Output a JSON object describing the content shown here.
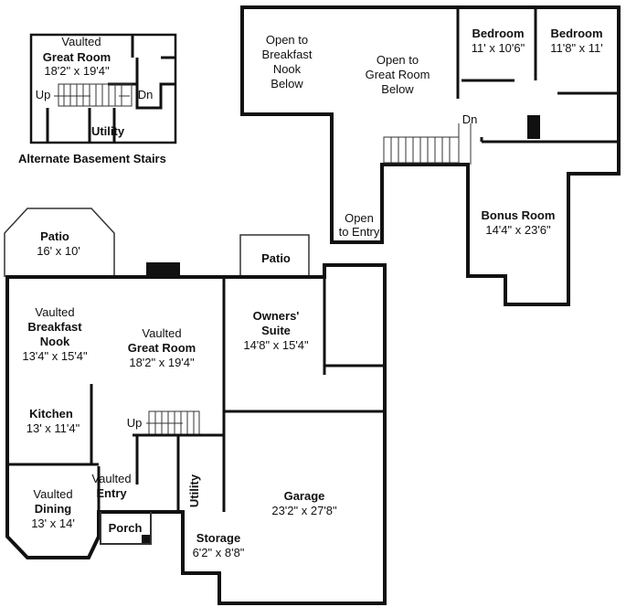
{
  "inset": {
    "title_line1": "Vaulted",
    "title_line2": "Great Room",
    "dims": "18'2\" x 19'4\"",
    "up": "Up",
    "dn": "Dn",
    "utility": "Utility",
    "caption": "Alternate Basement Stairs"
  },
  "upper_floor": {
    "open_nook": [
      "Open to",
      "Breakfast",
      "Nook",
      "Below"
    ],
    "open_great": [
      "Open to",
      "Great Room",
      "Below"
    ],
    "open_entry": [
      "Open",
      "to Entry"
    ],
    "bedroom1": {
      "name": "Bedroom",
      "dims": "11' x 10'6\""
    },
    "bedroom2": {
      "name": "Bedroom",
      "dims": "11'8\" x 11'"
    },
    "bonus": {
      "name": "Bonus Room",
      "dims": "14'4\" x 23'6\""
    },
    "dn": "Dn"
  },
  "main_floor": {
    "patio1": {
      "name": "Patio",
      "dims": "16' x 10'"
    },
    "patio2": {
      "name": "Patio"
    },
    "nook": {
      "l1": "Vaulted",
      "l2": "Breakfast",
      "l3": "Nook",
      "dims": "13'4\" x 15'4\""
    },
    "great": {
      "l1": "Vaulted",
      "l2": "Great Room",
      "dims": "18'2\" x 19'4\""
    },
    "owners": {
      "l1": "Owners'",
      "l2": "Suite",
      "dims": "14'8\" x 15'4\""
    },
    "kitchen": {
      "name": "Kitchen",
      "dims": "13' x 11'4\""
    },
    "up": "Up",
    "utility": "Utility",
    "entry": {
      "l1": "Vaulted",
      "l2": "Entry"
    },
    "dining": {
      "l1": "Vaulted",
      "l2": "Dining",
      "dims": "13' x 14'"
    },
    "porch": "Porch",
    "garage": {
      "name": "Garage",
      "dims": "23'2\" x 27'8\""
    },
    "storage": {
      "name": "Storage",
      "dims": "6'2\" x 8'8\""
    }
  }
}
